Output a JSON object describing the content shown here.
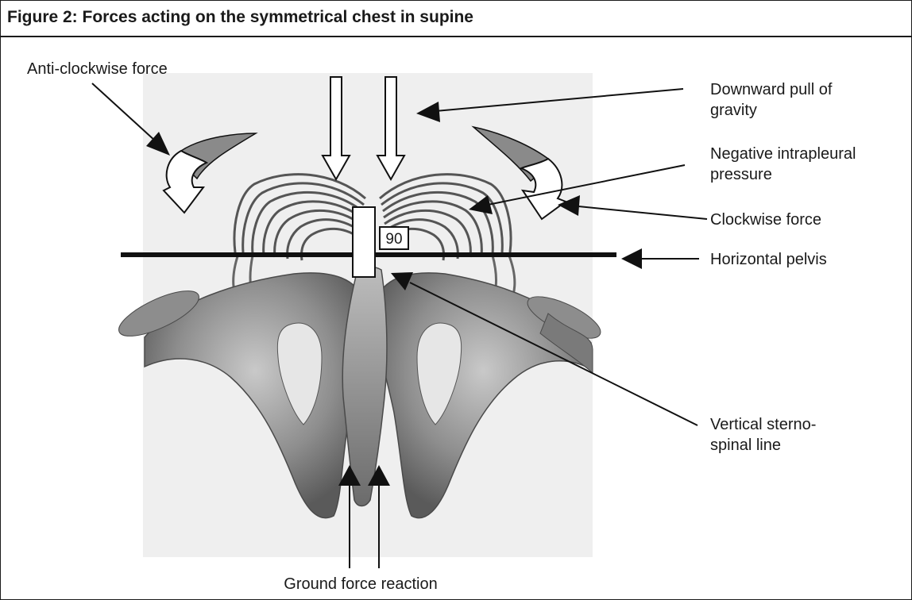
{
  "figure": {
    "title": "Figure 2: Forces acting on the symmetrical chest in supine",
    "angle_value": "90"
  },
  "labels": {
    "anticlockwise": "Anti-clockwise force",
    "gravity_line1": "Downward pull of",
    "gravity_line2": "gravity",
    "intrapleural_line1": "Negative intrapleural",
    "intrapleural_line2": "pressure",
    "clockwise": "Clockwise force",
    "pelvis": "Horizontal pelvis",
    "sterno_line1": "Vertical sterno-",
    "sterno_line2": "spinal line",
    "ground": "Ground force reaction"
  },
  "colors": {
    "curved_arrow_fill": "#8a8a8a",
    "background_panel": "#efefef",
    "bone": "#9a9a9a",
    "ink": "#1a1a1a"
  }
}
